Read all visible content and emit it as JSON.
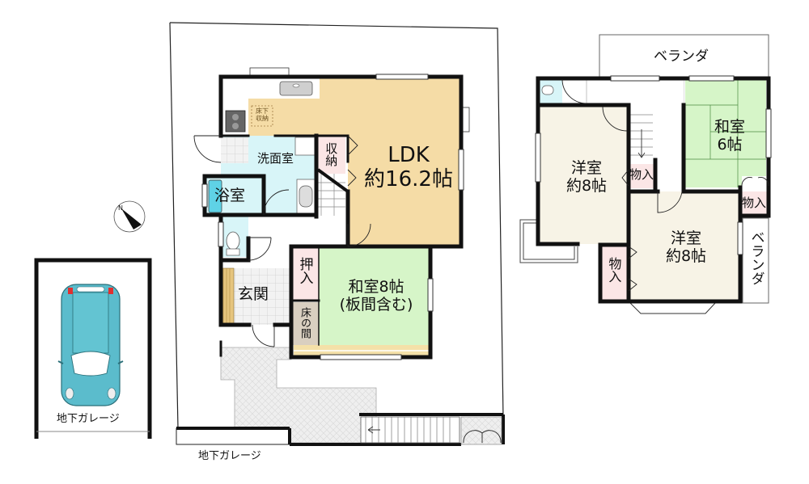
{
  "floor_plan": {
    "site": {
      "basement_garage_label": "地下ガレージ"
    },
    "garage": {
      "label": "地下ガレージ",
      "car_color": "#5bbccc"
    },
    "compass": {
      "label": "N"
    },
    "first_floor": {
      "rooms": {
        "ldk": {
          "line1": "LDK",
          "line2": "約16.2帖",
          "color": "#f5dca6"
        },
        "underfloor_storage": {
          "line1": "床下",
          "line2": "収納"
        },
        "storage": {
          "label": "収納",
          "color": "#fbe6e6"
        },
        "washroom": {
          "label": "洗面室",
          "color": "#d8f5f8"
        },
        "bathroom": {
          "label": "浴室",
          "color": "#d8f5f8"
        },
        "entrance": {
          "label": "玄関"
        },
        "closet": {
          "label": "押入",
          "color": "#fbe6e6"
        },
        "alcove": {
          "label": "床の間",
          "color": "#d9cfc0"
        },
        "japanese_room": {
          "line1": "和室8帖",
          "line2": "(板間含む)",
          "color": "#d6f5c8"
        }
      }
    },
    "second_floor": {
      "rooms": {
        "veranda_top": {
          "label": "ベランダ"
        },
        "veranda_right": {
          "label": "ベランダ"
        },
        "japanese_room": {
          "line1": "和室",
          "line2": "6帖",
          "color": "#d6f5c8"
        },
        "western_room_1": {
          "line1": "洋室",
          "line2": "約8帖",
          "color": "#f7f3e6"
        },
        "western_room_2": {
          "line1": "洋室",
          "line2": "約8帖",
          "color": "#f7f3e6"
        },
        "storage_1": {
          "label": "物入",
          "color": "#fbe6e6"
        },
        "storage_2": {
          "label": "物入",
          "color": "#fbe6e6"
        },
        "storage_3": {
          "label": "物入",
          "color": "#fbe6e6"
        }
      }
    }
  }
}
